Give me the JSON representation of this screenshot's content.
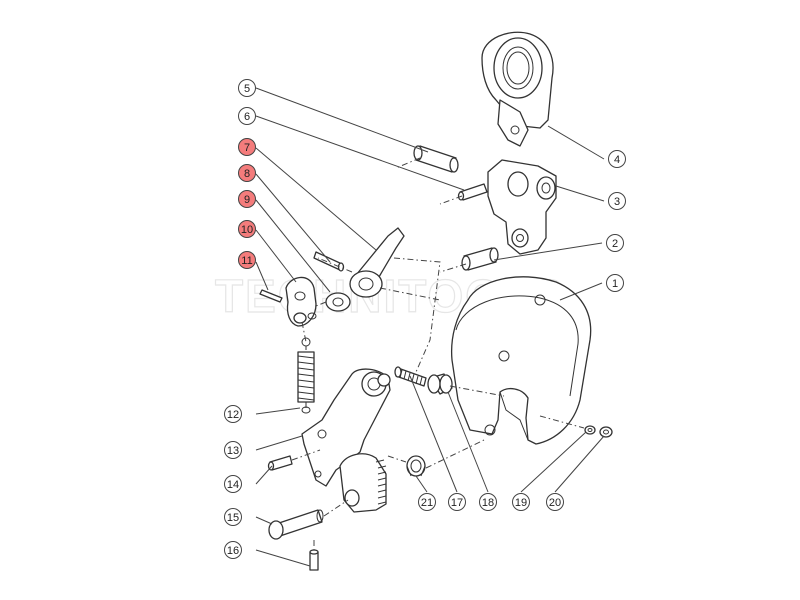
{
  "watermark": "TECHNITOOLS",
  "colors": {
    "highlight_fill": "#f47c7c",
    "default_fill": "#ffffff",
    "line": "#444444"
  },
  "callouts": [
    {
      "label": "1",
      "highlight": false
    },
    {
      "label": "2",
      "highlight": false
    },
    {
      "label": "3",
      "highlight": false
    },
    {
      "label": "4",
      "highlight": false
    },
    {
      "label": "5",
      "highlight": false
    },
    {
      "label": "6",
      "highlight": false
    },
    {
      "label": "7",
      "highlight": true
    },
    {
      "label": "8",
      "highlight": true
    },
    {
      "label": "9",
      "highlight": true
    },
    {
      "label": "10",
      "highlight": true
    },
    {
      "label": "11",
      "highlight": true
    },
    {
      "label": "12",
      "highlight": false
    },
    {
      "label": "13",
      "highlight": false
    },
    {
      "label": "14",
      "highlight": false
    },
    {
      "label": "15",
      "highlight": false
    },
    {
      "label": "16",
      "highlight": false
    },
    {
      "label": "17",
      "highlight": false
    },
    {
      "label": "18",
      "highlight": false
    },
    {
      "label": "19",
      "highlight": false
    },
    {
      "label": "20",
      "highlight": false
    },
    {
      "label": "21",
      "highlight": false
    }
  ]
}
